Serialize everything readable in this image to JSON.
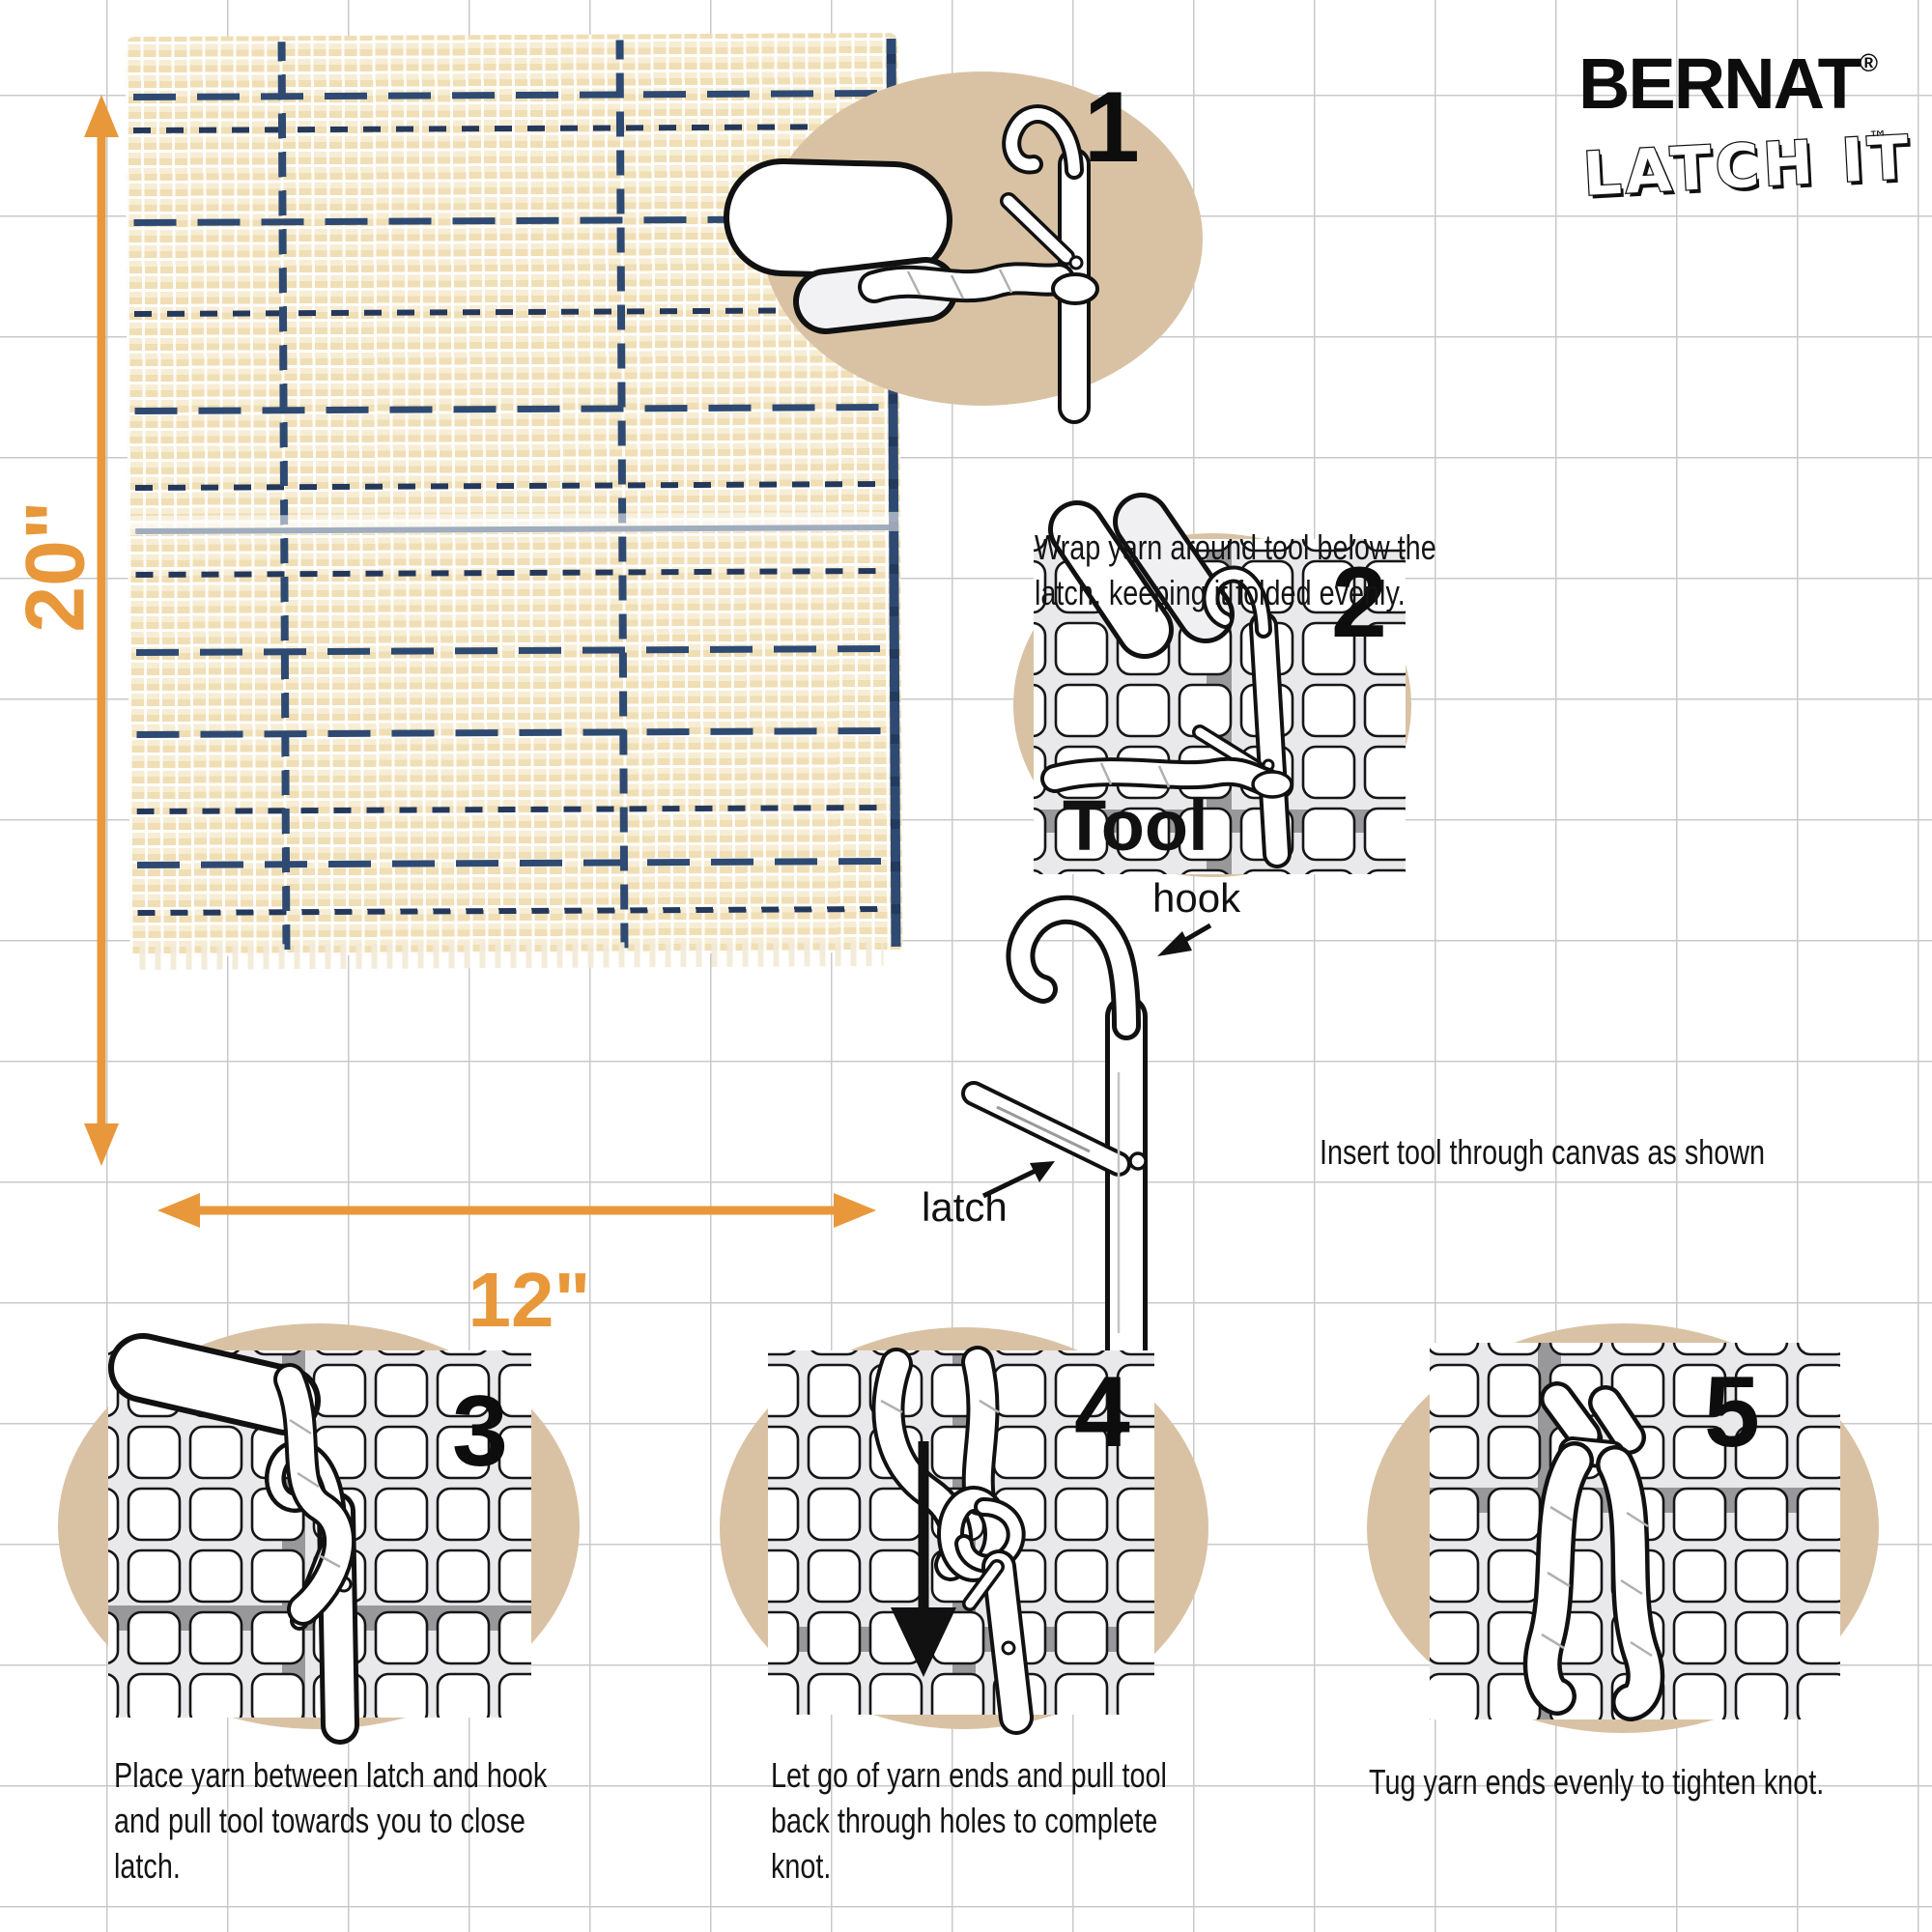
{
  "brand": {
    "name": "BERNAT",
    "registered": "®",
    "sub_logo": "LATCH IT",
    "trademark": "™"
  },
  "canvas": {
    "height_label": "20\"",
    "width_label": "12\""
  },
  "tool": {
    "title": "Tool",
    "hook_label": "hook",
    "latch_label": "latch"
  },
  "steps": [
    {
      "number": "1",
      "caption": "Wrap yarn around tool below the latch, keeping it folded evenly."
    },
    {
      "number": "2",
      "caption": "Insert tool through canvas as shown"
    },
    {
      "number": "3",
      "caption": "Place yarn between latch and hook and pull tool towards you to close latch."
    },
    {
      "number": "4",
      "caption": "Let go of yarn ends and pull tool back through holes to complete knot."
    },
    {
      "number": "5",
      "caption": "Tug yarn ends evenly to tighten knot."
    }
  ],
  "colors": {
    "accent_orange": "#E8983A",
    "step_circle_tan": "#D9C2A4",
    "canvas_navy": "#2E4A72",
    "canvas_cream": "#F6ECD2",
    "grid_gray": "#C9C9C9",
    "mesh_gray": "#E9E9EC",
    "mesh_band_gray": "#98989B"
  }
}
